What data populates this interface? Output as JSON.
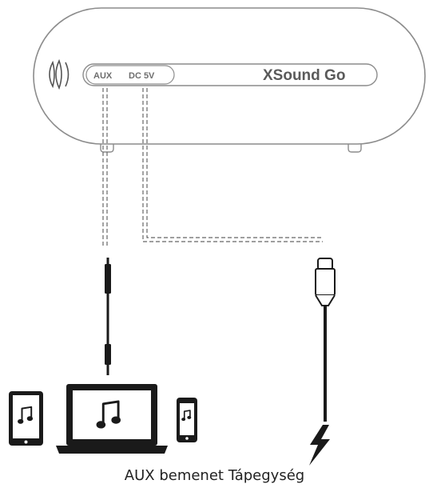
{
  "speaker": {
    "port_aux": "AUX",
    "port_dc": "DC 5V",
    "brand": "XSound Go"
  },
  "caption": "AUX bemenet Tápegység",
  "icons": {
    "speaker_grille": "speaker-grille-icon",
    "aux_cable": "aux-cable-icon",
    "usb_cable": "usb-cable-icon",
    "laptop": "laptop-icon",
    "tablet": "tablet-icon",
    "phone": "phone-icon",
    "music_note": "music-note-icon",
    "power_bolt": "lightning-bolt-icon"
  },
  "colors": {
    "outline": "#8c8c8c",
    "dark": "#1a1a1a",
    "dashed": "#666666"
  }
}
